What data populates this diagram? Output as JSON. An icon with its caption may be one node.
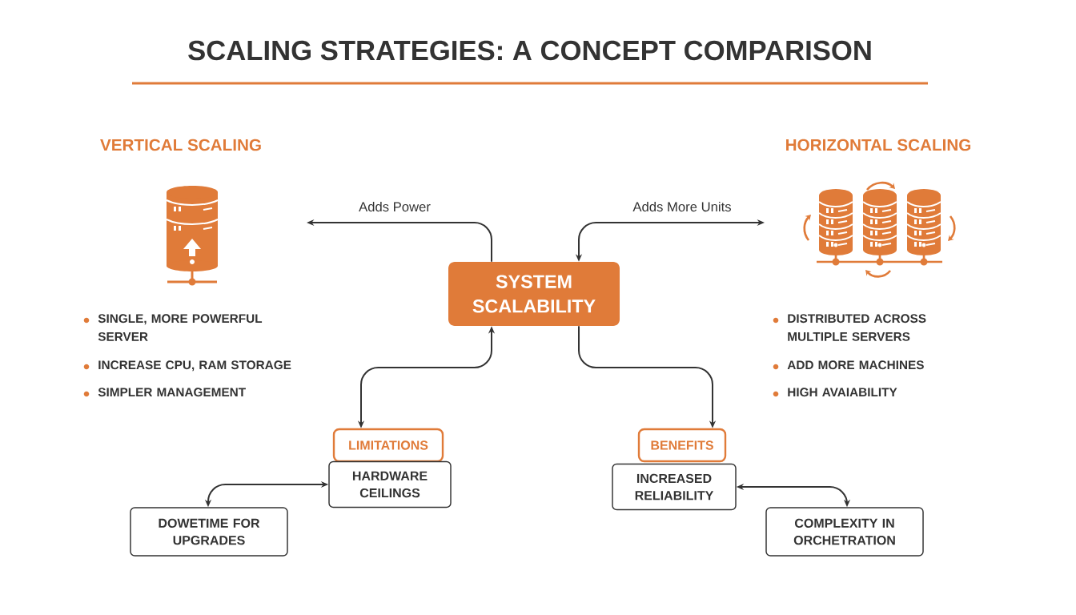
{
  "diagram": {
    "title": "SCALING STRATEGIES: A CONCEPT COMPARISON",
    "nodes": [
      {
        "text": [
          "SYSTEM SCALABILITY"
        ]
      },
      {
        "text": [
          "LIMITATIONS"
        ]
      },
      {
        "text": [
          "HARDWARE CEILINGS"
        ]
      },
      {
        "text": [
          "DOWETIME FOR UPGRADES"
        ]
      },
      {
        "text": [
          "BENEFITS"
        ]
      },
      {
        "text": [
          "INCREASED RELIABILITY"
        ]
      },
      {
        "text": [
          "COMPLEXITY IN ORCHETRATION"
        ]
      }
    ],
    "edges": [
      {
        "from": 0,
        "to": null,
        "arrow": "to",
        "label": "Adds Power"
      },
      {
        "from": null,
        "to": 0,
        "arrow": "both",
        "label": "Adds More Units"
      },
      {
        "from": 0,
        "to": 1,
        "arrow": "both"
      },
      {
        "from": 0,
        "to": 4,
        "arrow": "to"
      },
      {
        "from": 2,
        "to": 3,
        "arrow": "both"
      },
      {
        "from": 5,
        "to": 6,
        "arrow": "both"
      }
    ],
    "labels": [
      "VERTICAL SCALING",
      "HORIZONTAL SCALING",
      "SINGLE, MORE POWERFUL SERVER",
      "INCREASE CPU, RAM STORAGE",
      "SIMPLER MANAGEMENT",
      "DISTRIBUTED ACROSS MULTIPLE SERVERS",
      "ADD MORE MACHINES",
      "HIGH AVAIABILITY"
    ]
  }
}
